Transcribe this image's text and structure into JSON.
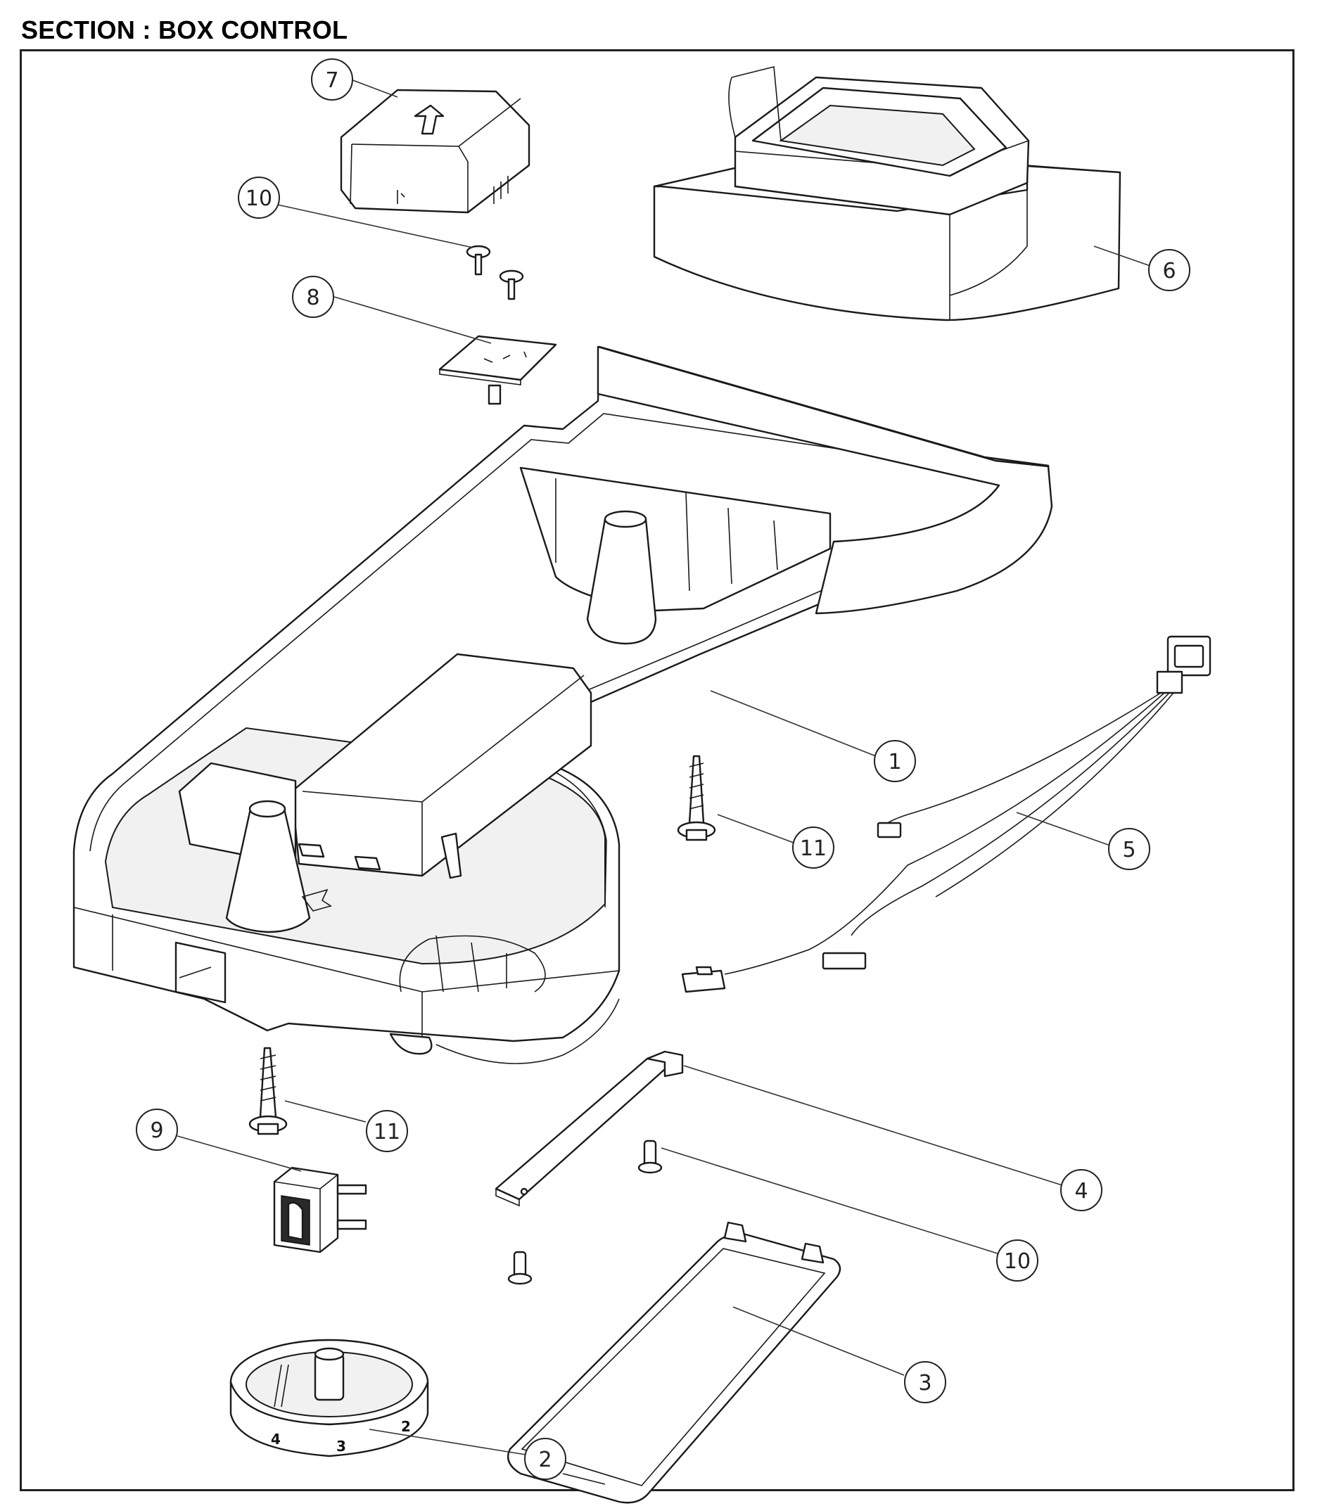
{
  "section_title": "SECTION : BOX CONTROL",
  "callouts": {
    "c1": "1",
    "c2": "2",
    "c3": "3",
    "c4": "4",
    "c5": "5",
    "c6": "6",
    "c7": "7",
    "c8": "8",
    "c9": "9",
    "c10_top": "10",
    "c10_bottom": "10",
    "c11_center": "11",
    "c11_left": "11"
  },
  "dial_numbers": [
    "4",
    "3",
    "2"
  ]
}
